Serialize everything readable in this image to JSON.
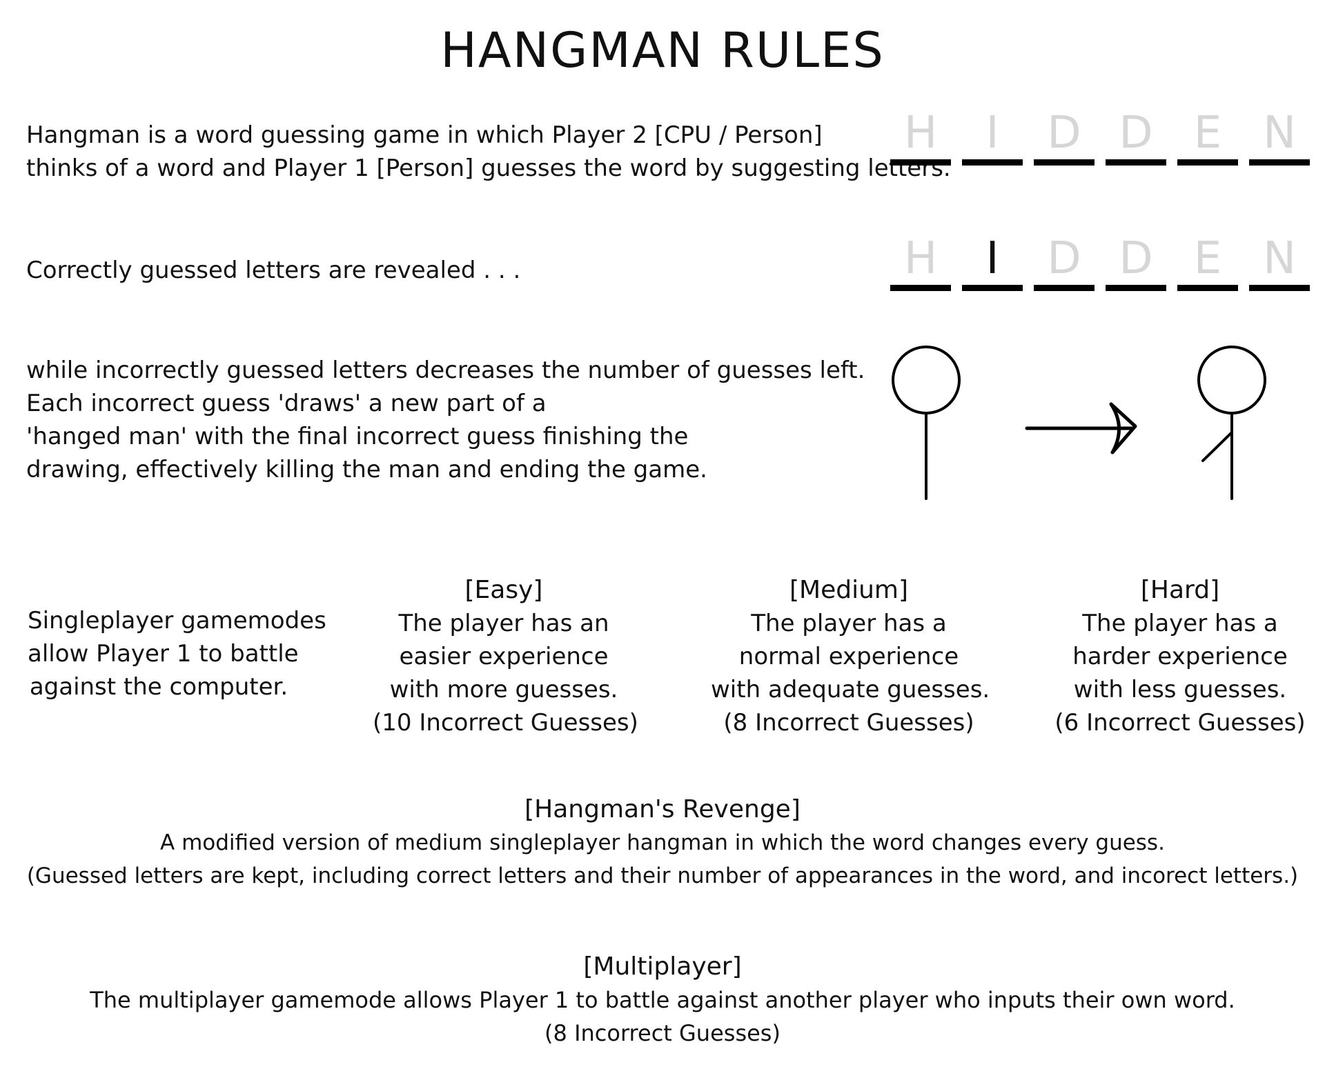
{
  "title": "HANGMAN RULES",
  "colors": {
    "ink": "#111111",
    "faded_letter": "#d6d6d6",
    "revealed_letter": "#111111",
    "underline": "#000000"
  },
  "intro": {
    "line1": "Hangman is a word guessing game in which Player 2 [CPU / Person]",
    "line2": "thinks of a word and Player 1 [Person] guesses the word by suggesting letters."
  },
  "hidden_word": {
    "letters": [
      "H",
      "I",
      "D",
      "D",
      "E",
      "N"
    ]
  },
  "revealed": {
    "text": "Correctly guessed letters are revealed . . .",
    "letters": [
      "H",
      "I",
      "D",
      "D",
      "E",
      "N"
    ],
    "revealed_flags": [
      false,
      true,
      false,
      false,
      false,
      false
    ]
  },
  "incorrect": {
    "line1": "while incorrectly guessed letters decreases the number of guesses left.",
    "line2": "Each incorrect guess 'draws' a new part of a",
    "line3": "'hanged man' with the final incorrect guess finishing the",
    "line4": "drawing, effectively killing the man and ending the game."
  },
  "drawing_icons": {
    "before": "hangman-head-body-icon",
    "arrow": "right-arrow-icon",
    "after": "hangman-head-body-arm-icon"
  },
  "singleplayer": {
    "line1": "Singleplayer gamemodes",
    "line2": "allow Player 1 to battle",
    "line3": "against the computer."
  },
  "modes": {
    "easy": {
      "title": "[Easy]",
      "line1": "The player has an",
      "line2": "easier experience",
      "line3": "with more guesses.",
      "line4": "(10 Incorrect Guesses)"
    },
    "medium": {
      "title": "[Medium]",
      "line1": "The player has a",
      "line2": "normal experience",
      "line3": "with adequate guesses.",
      "line4": "(8 Incorrect Guesses)"
    },
    "hard": {
      "title": "[Hard]",
      "line1": "The player has a",
      "line2": "harder experience",
      "line3": "with less guesses.",
      "line4": "(6 Incorrect Guesses)"
    }
  },
  "revenge": {
    "title": "[Hangman's Revenge]",
    "line1": "A modified version of medium singleplayer hangman in which the word changes every guess.",
    "line2": "(Guessed letters are kept, including correct letters and their number of appearances in the word, and incorect letters.)"
  },
  "multiplayer": {
    "title": "[Multiplayer]",
    "line1": "The multiplayer gamemode allows Player 1 to battle against another player who inputs their own word.",
    "line2": "(8 Incorrect Guesses)"
  }
}
